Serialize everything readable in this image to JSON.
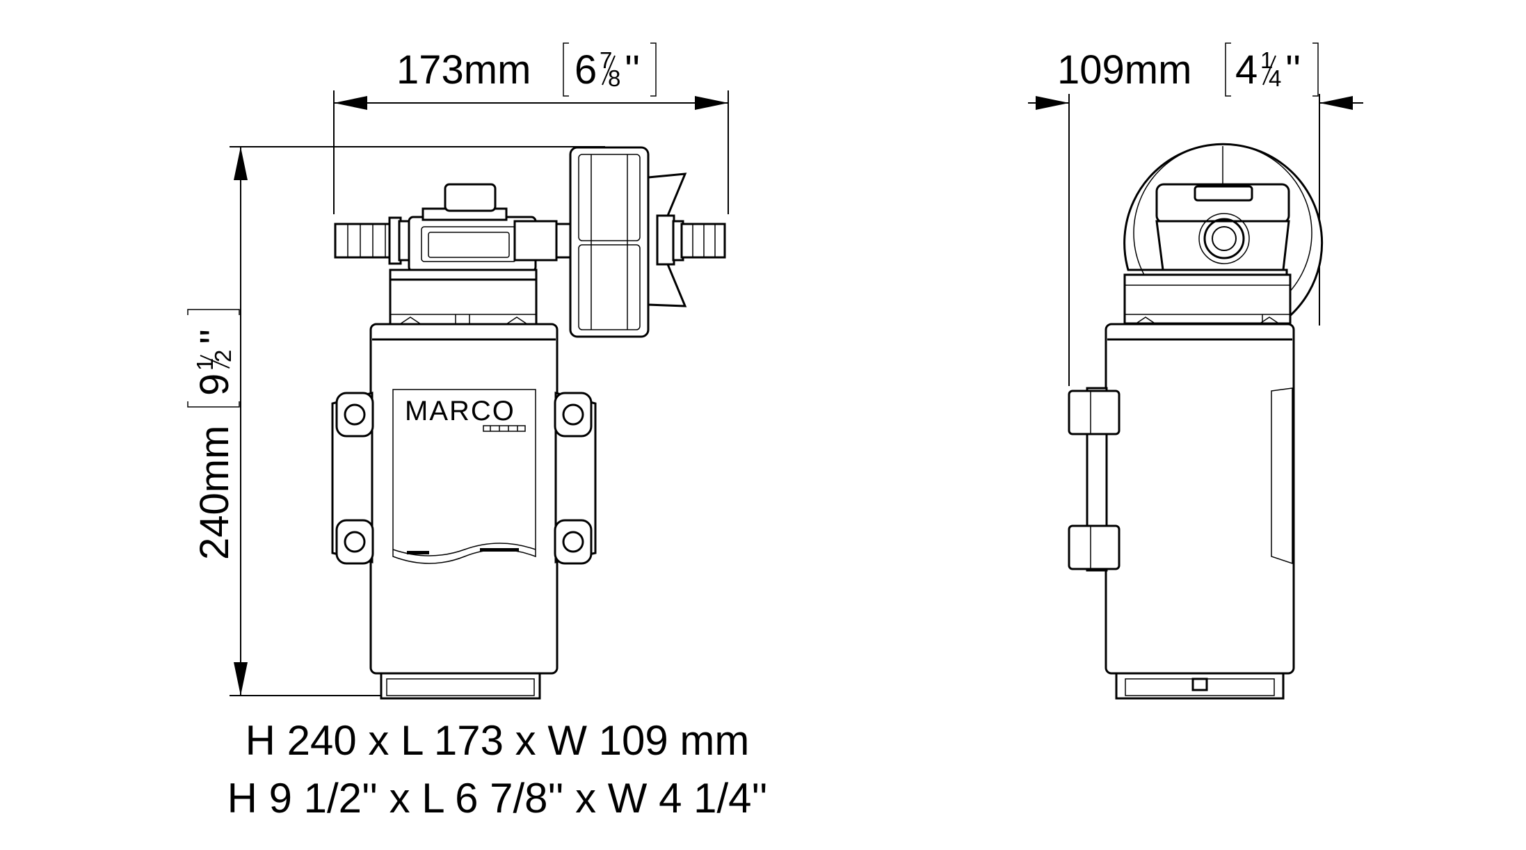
{
  "brand": {
    "logo_text": "MARCO"
  },
  "dimensions": {
    "length": {
      "mm": "173mm",
      "inch_whole": "6",
      "inch_num": "7",
      "inch_den": "8",
      "inch_mark": "''"
    },
    "width": {
      "mm": "109mm",
      "inch_whole": "4",
      "inch_num": "1",
      "inch_den": "4",
      "inch_mark": "''"
    },
    "height": {
      "mm": "240mm",
      "inch_whole": "9",
      "inch_num": "1",
      "inch_den": "2",
      "inch_mark": "''"
    }
  },
  "caption": {
    "metric": "H 240 x L 173 x W 109 mm",
    "imperial": "H 9 1/2'' x L 6 7/8'' x W 4 1/4''"
  }
}
